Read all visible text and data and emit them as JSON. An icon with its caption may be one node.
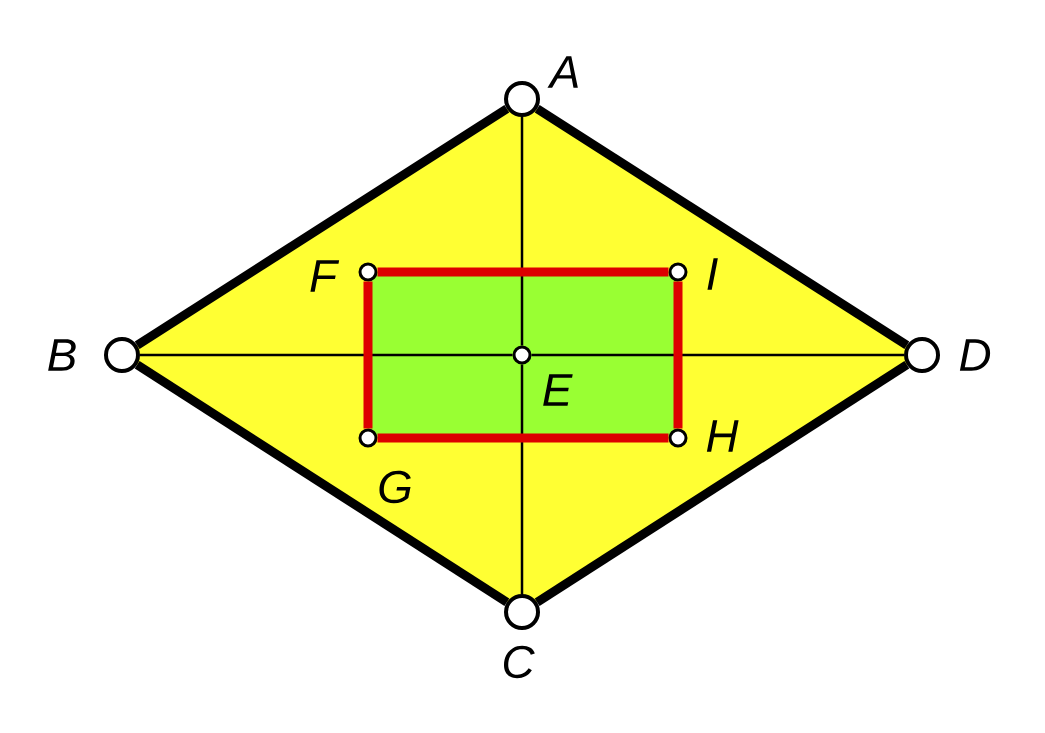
{
  "diagram": {
    "nodes": [
      {
        "text": [],
        "shape": "circle",
        "beside": [
          "A"
        ]
      },
      {
        "text": [],
        "shape": "circle",
        "beside": [
          "B"
        ]
      },
      {
        "text": [],
        "shape": "circle",
        "beside": [
          "C"
        ]
      },
      {
        "text": [],
        "shape": "circle",
        "beside": [
          "D"
        ]
      },
      {
        "text": [],
        "shape": "circle",
        "beside": [
          "E"
        ]
      },
      {
        "text": [],
        "shape": "circle",
        "beside": [
          "F"
        ]
      },
      {
        "text": [],
        "shape": "circle",
        "beside": [
          "G"
        ]
      },
      {
        "text": [],
        "shape": "circle",
        "beside": [
          "H"
        ]
      },
      {
        "text": [],
        "shape": "circle",
        "beside": [
          "I"
        ]
      }
    ],
    "edges": [
      {
        "from": 0,
        "to": 1,
        "arrow": "none"
      },
      {
        "from": 1,
        "to": 2,
        "arrow": "none"
      },
      {
        "from": 2,
        "to": 3,
        "arrow": "none"
      },
      {
        "from": 3,
        "to": 0,
        "arrow": "none"
      },
      {
        "from": 0,
        "to": 4,
        "arrow": "none"
      },
      {
        "from": 4,
        "to": 2,
        "arrow": "none"
      },
      {
        "from": 1,
        "to": 4,
        "arrow": "none"
      },
      {
        "from": 4,
        "to": 3,
        "arrow": "none"
      },
      {
        "from": 5,
        "to": 8,
        "arrow": "none",
        "color": "#dd0000"
      },
      {
        "from": 8,
        "to": 7,
        "arrow": "none",
        "color": "#dd0000"
      },
      {
        "from": 7,
        "to": 6,
        "arrow": "none",
        "color": "#dd0000"
      },
      {
        "from": 6,
        "to": 5,
        "arrow": "none",
        "color": "#dd0000"
      }
    ]
  }
}
